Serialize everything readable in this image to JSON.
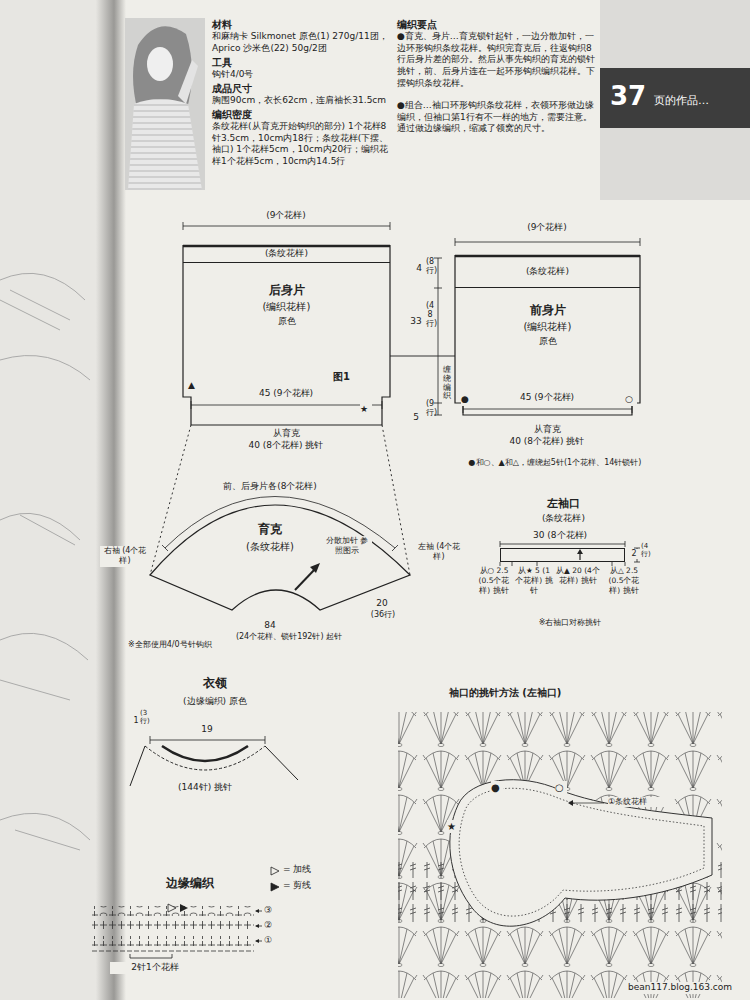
{
  "diagram": {
    "nodes": [
      {
        "text": [
          "37",
          "页的作品…"
        ]
      },
      {
        "text": [
          "后身片",
          "(编织花样)",
          "原色",
          "图1"
        ]
      },
      {
        "text": [
          "(条纹花样)"
        ],
        "in": 1
      },
      {
        "text": [
          "前身片",
          "(编织花样)",
          "原色"
        ]
      },
      {
        "text": [
          "(条纹花样)"
        ],
        "in": 3
      },
      {
        "text": [
          "育克",
          "(条纹花样)"
        ]
      },
      {
        "text": [
          "左袖口",
          "(条纹花样)"
        ]
      },
      {
        "text": [
          "衣领",
          "(边缘编织) 原色"
        ]
      }
    ],
    "edges": [
      {
        "from": 1,
        "to": 5,
        "arrow": "none"
      },
      {
        "from": 1,
        "to": 5,
        "arrow": "none"
      },
      {
        "from": 1,
        "to": 3,
        "arrow": "none"
      }
    ],
    "labels": [
      "材料",
      "和麻纳卡 Silkmonet 原色(1) 270g/11团，",
      "Aprico 沙米色(22) 50g/2团",
      "工具",
      "钩针4/0号",
      "成品尺寸",
      "胸围90cm，衣长62cm，连肩袖长31.5cm",
      "编织密度",
      "条纹花样(从育克开始钩织的部分) 1个花样8针3.5cm，10cm内18行；条纹花样(下摆、袖口) 1个花样5cm，10cm内20行；编织花样1个花样5cm，10cm内14.5行",
      "编织要点",
      "●育克、身片…育克锁针起针，一边分散加针，一边环形钩织条纹花样。钩织完育克后，往返钩织8行后身片差的部分。然后从事先钩织的育克的锁针挑针，前、后身片连在一起环形钩织编织花样。下摆钩织条纹花样。",
      "●组合…袖口环形钩织条纹花样，衣领环形做边缘编织，但袖口第1行有不一样的地方，需要注意。通过做边缘编织，缩减了领窝的尺寸。",
      "(9个花样)",
      "(9个花样)",
      "4",
      "(8行)",
      "33",
      "(48行)",
      "缠绕编织",
      "5",
      "(9行)",
      "45 (9个花样)",
      "从育克",
      "40 (8个花样) 挑针",
      "45 (9个花样)",
      "从育克",
      "40 (8个花样) 挑针",
      "●和○、▲和△，缠绕起5针(1个花样、14针锁针)",
      "▲",
      "★",
      "●",
      "○",
      "前、后身片各(8个花样)",
      "右袖 (4个花样)",
      "左袖 (4个花样)",
      "分散加针 参照图示",
      "20",
      "(36行)",
      "84",
      "(24个花样、锁针192针) 起针",
      "※全部使用4/0号针钩织",
      "30 (8个花样)",
      "2",
      "(4行)",
      "从○ 2.5 (0.5个花样) 挑针",
      "从★ 5 (1个花样) 挑针",
      "从▲ 20 (4个花样) 挑针",
      "从△ 2.5 (0.5个花样) 挑针",
      "※右袖口对称挑针",
      "1",
      "(3行)",
      "19",
      "(144针) 挑针",
      "边缘编织",
      "③",
      "②",
      "①",
      "2针1个花样",
      "袖口的挑针方法 (左袖口)",
      "①条纹花样",
      "★",
      "●",
      "○",
      "bean117.blog.163.com"
    ],
    "legend": [
      {
        "text": "= 加线"
      },
      {
        "text": "= 剪线"
      }
    ]
  }
}
